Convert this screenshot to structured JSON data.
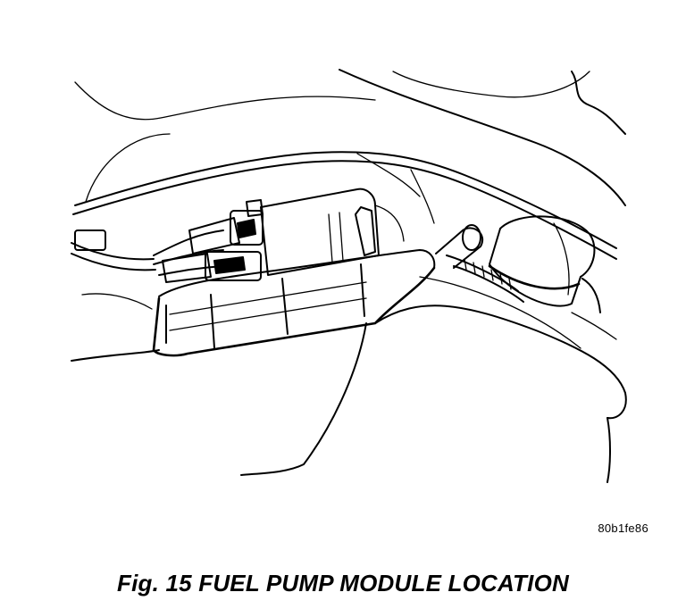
{
  "figure": {
    "reference_code": "80b1fe86",
    "caption_number": "Fig. 15",
    "caption_title": "FUEL PUMP MODULE LOCATION"
  },
  "colors": {
    "ink": "#000000",
    "paper": "#ffffff"
  }
}
